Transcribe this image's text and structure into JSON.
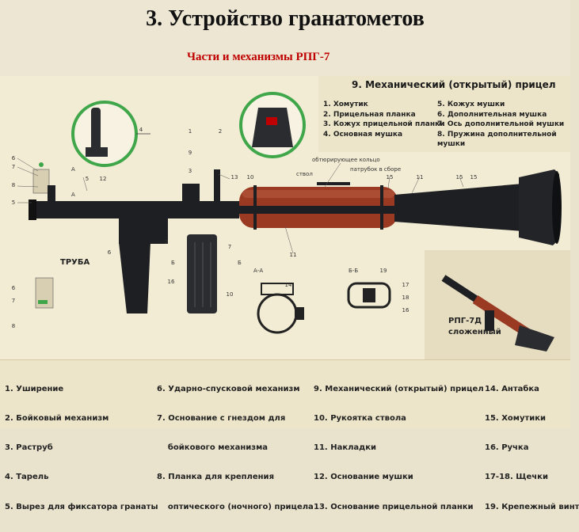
{
  "header": {
    "title": "3. Устройство гранатометов",
    "subtitle": "Части и механизмы РПГ-7"
  },
  "sight_panel": {
    "title": "9. Механический (открытый) прицел",
    "left_items": [
      "1. Хомутик",
      "2. Прицельная планка",
      "3. Кожух прицельной планки",
      "4. Основная мушка"
    ],
    "right_items": [
      "5. Кожух мушки",
      "6. Дополнительная мушка",
      "7. Ось дополнительной мушки",
      "8. Пружина дополнительной мушки"
    ]
  },
  "callouts": {
    "ring": "обтюрирующее кольцо",
    "barrel": "ствол",
    "pipe": "патрубок в сборе",
    "tube": "ТРУБА",
    "section_aa": "А-А",
    "section_bb": "Б-Б",
    "marker_a": "А",
    "marker_b": "Б",
    "folded_title": "РПГ-7Д",
    "folded_sub": "сложенный"
  },
  "legend": {
    "col1": [
      "1. Уширение",
      "2. Бойковый механизм",
      "3. Раструб",
      "4. Тарель",
      "5. Вырез для фиксатора гранаты"
    ],
    "col2": [
      "6. Ударно-спусковой механизм",
      "7. Основание с гнездом для",
      "    бойкового механизма",
      "8. Планка для крепления",
      "    оптического (ночного) прицела"
    ],
    "col3": [
      "9. Механический (открытый) прицел",
      "10. Рукоятка ствола",
      "11. Накладки",
      "12. Основание мушки",
      "13. Основание прицельной планки"
    ],
    "col4": [
      "14. Антабка",
      "15. Хомутики",
      "16. Ручка",
      "17-18. Щечки",
      "19. Крепежный винт"
    ]
  },
  "colors": {
    "wood": "#9a3a22",
    "metal": "#1d1f22",
    "accent": "#c00000",
    "magnifier": "#3fa64a"
  }
}
